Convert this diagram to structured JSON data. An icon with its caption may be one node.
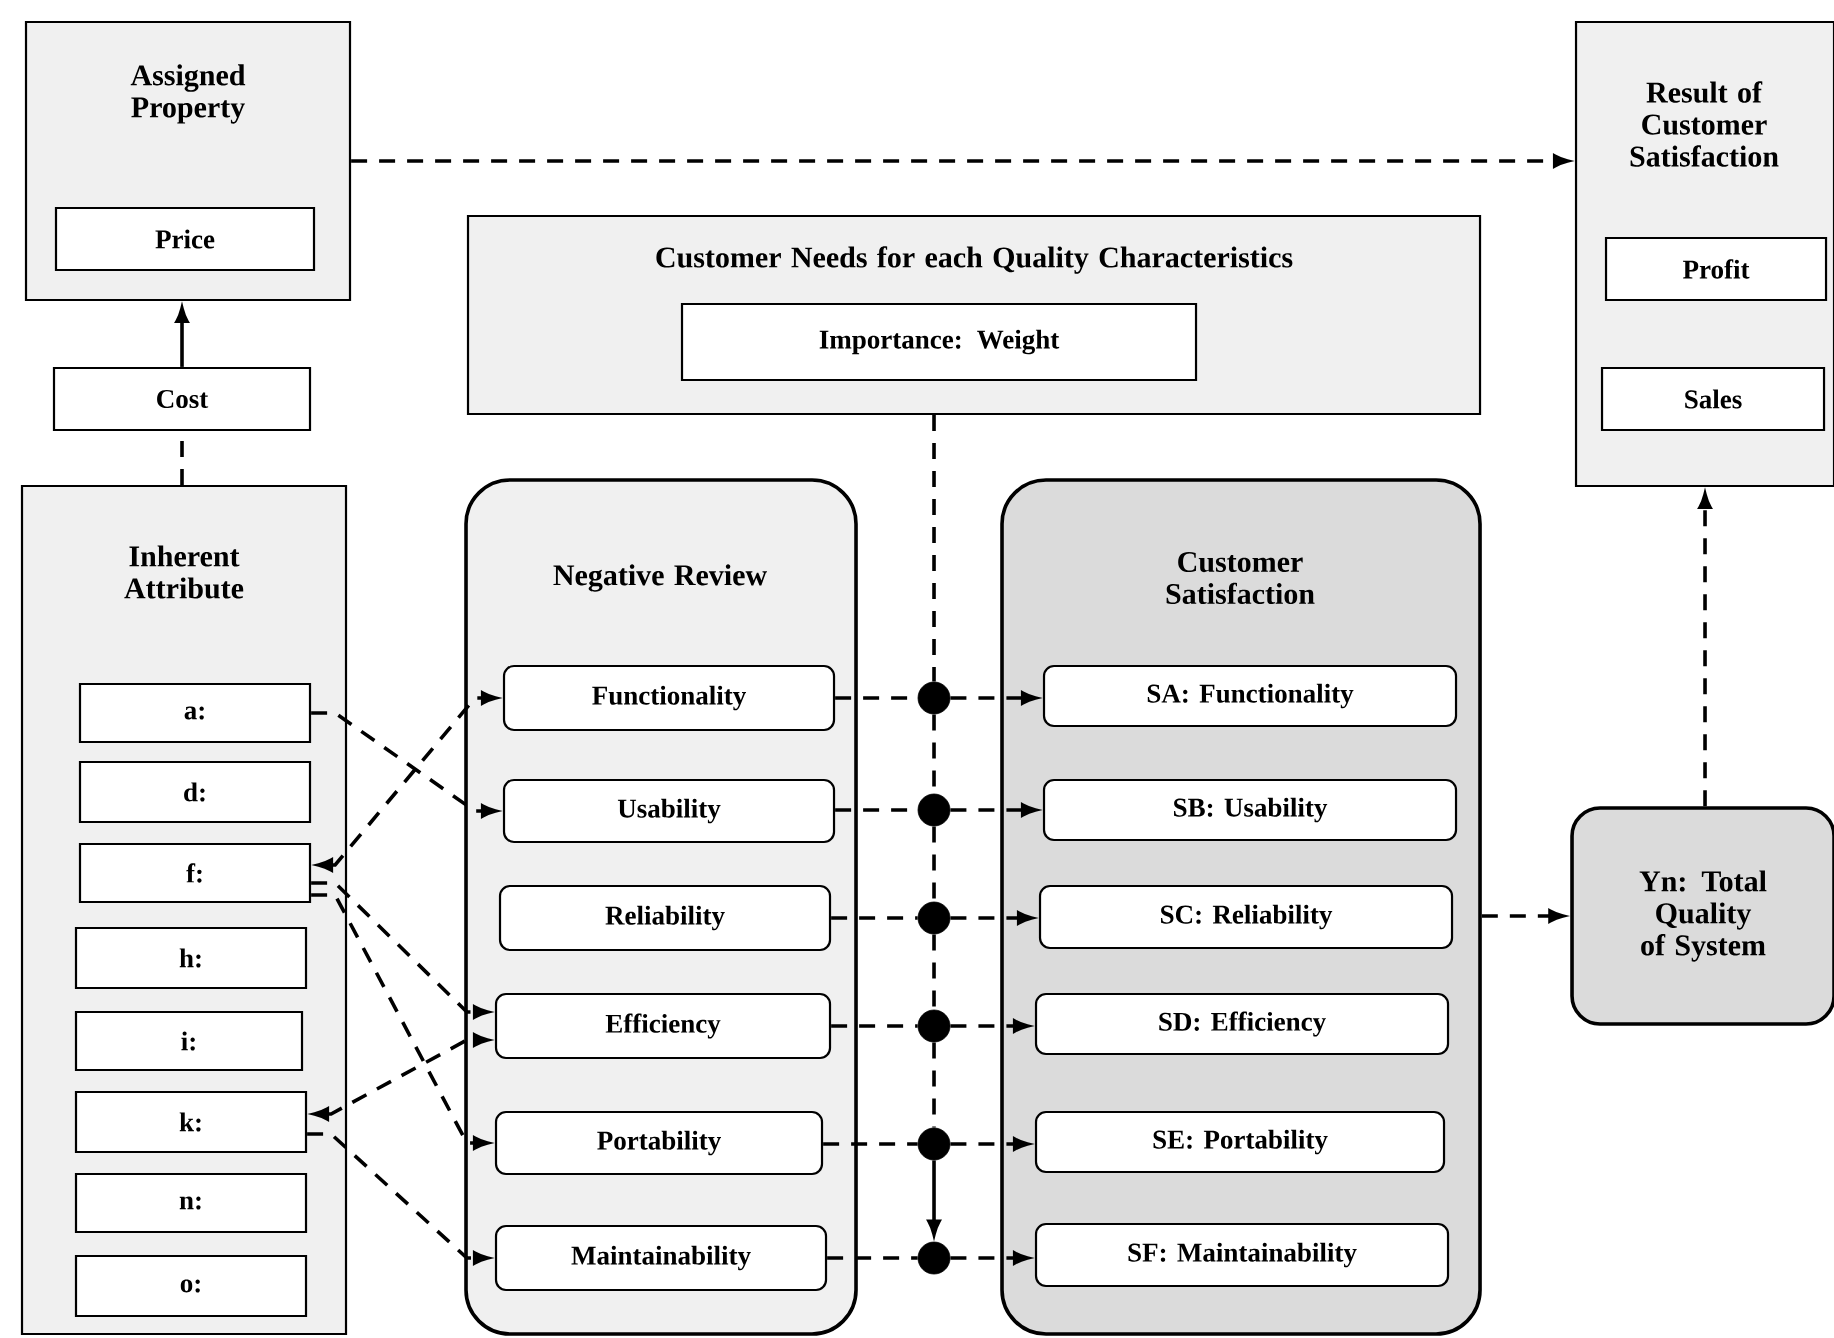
{
  "diagram": {
    "nodes": [
      {
        "text": [
          "Assigned Property"
        ]
      },
      {
        "text": [
          "Price"
        ],
        "in": 0
      },
      {
        "text": [
          "Cost"
        ]
      },
      {
        "text": [
          "Customer Needs for each Quality Characteristics"
        ]
      },
      {
        "text": [
          "Importance: Weight"
        ],
        "in": 3
      },
      {
        "text": [
          "Result of Customer Satisfaction"
        ]
      },
      {
        "text": [
          "Profit"
        ],
        "in": 5
      },
      {
        "text": [
          "Sales"
        ],
        "in": 5
      },
      {
        "text": [
          "Inherent Attribute"
        ]
      },
      {
        "text": [
          "a:"
        ],
        "in": 8
      },
      {
        "text": [
          "d:"
        ],
        "in": 8
      },
      {
        "text": [
          "f:"
        ],
        "in": 8
      },
      {
        "text": [
          "h:"
        ],
        "in": 8
      },
      {
        "text": [
          "i:"
        ],
        "in": 8
      },
      {
        "text": [
          "k:"
        ],
        "in": 8
      },
      {
        "text": [
          "n:"
        ],
        "in": 8
      },
      {
        "text": [
          "o:"
        ],
        "in": 8
      },
      {
        "text": [
          "Negative Review"
        ]
      },
      {
        "text": [
          "Functionality"
        ],
        "in": 17
      },
      {
        "text": [
          "Usability"
        ],
        "in": 17
      },
      {
        "text": [
          "Reliability"
        ],
        "in": 17
      },
      {
        "text": [
          "Efficiency"
        ],
        "in": 17
      },
      {
        "text": [
          "Portability"
        ],
        "in": 17
      },
      {
        "text": [
          "Maintainability"
        ],
        "in": 17
      },
      {
        "text": [
          "Customer Satisfaction"
        ]
      },
      {
        "text": [
          "SA: Functionality"
        ],
        "in": 24
      },
      {
        "text": [
          "SB: Usability"
        ],
        "in": 24
      },
      {
        "text": [
          "SC: Reliability"
        ],
        "in": 24
      },
      {
        "text": [
          "SD: Efficiency"
        ],
        "in": 24
      },
      {
        "text": [
          "SE: Portability"
        ],
        "in": 24
      },
      {
        "text": [
          "SF: Maintainability"
        ],
        "in": 24
      },
      {
        "text": [
          "Yn: Total Quality of System"
        ]
      },
      {
        "text": [],
        "shape": "circle"
      },
      {
        "text": [],
        "shape": "circle"
      },
      {
        "text": [],
        "shape": "circle"
      },
      {
        "text": [],
        "shape": "circle"
      },
      {
        "text": [],
        "shape": "circle"
      },
      {
        "text": [],
        "shape": "circle"
      }
    ],
    "edges": [
      {
        "from": 8,
        "to": 2,
        "arrow": "none",
        "style": "dashed"
      },
      {
        "from": 2,
        "to": 0,
        "arrow": "to"
      },
      {
        "from": 0,
        "to": 5,
        "arrow": "to",
        "style": "dashed"
      },
      {
        "from": 9,
        "to": 19,
        "arrow": "to",
        "style": "dashed"
      },
      {
        "from": 11,
        "to": 18,
        "arrow": "both",
        "style": "dashed"
      },
      {
        "from": 11,
        "to": 21,
        "arrow": "to",
        "style": "dashed"
      },
      {
        "from": 11,
        "to": 22,
        "arrow": "to",
        "style": "dashed"
      },
      {
        "from": 14,
        "to": 21,
        "arrow": "both",
        "style": "dashed"
      },
      {
        "from": 14,
        "to": 23,
        "arrow": "to",
        "style": "dashed"
      },
      {
        "from": 18,
        "to": 32,
        "arrow": "none",
        "style": "dashed"
      },
      {
        "from": 19,
        "to": 33,
        "arrow": "none",
        "style": "dashed"
      },
      {
        "from": 20,
        "to": 34,
        "arrow": "none",
        "style": "dashed"
      },
      {
        "from": 21,
        "to": 35,
        "arrow": "none",
        "style": "dashed"
      },
      {
        "from": 22,
        "to": 36,
        "arrow": "none",
        "style": "dashed"
      },
      {
        "from": 23,
        "to": 37,
        "arrow": "none",
        "style": "dashed"
      },
      {
        "from": 32,
        "to": 25,
        "arrow": "to",
        "style": "dashed"
      },
      {
        "from": 33,
        "to": 26,
        "arrow": "to",
        "style": "dashed"
      },
      {
        "from": 34,
        "to": 27,
        "arrow": "to",
        "style": "dashed"
      },
      {
        "from": 35,
        "to": 28,
        "arrow": "to",
        "style": "dashed"
      },
      {
        "from": 36,
        "to": 29,
        "arrow": "to",
        "style": "dashed"
      },
      {
        "from": 37,
        "to": 30,
        "arrow": "to",
        "style": "dashed"
      },
      {
        "from": 3,
        "to": 32,
        "arrow": "none",
        "style": "dashed"
      },
      {
        "from": 32,
        "to": 33,
        "arrow": "none",
        "style": "dashed"
      },
      {
        "from": 33,
        "to": 34,
        "arrow": "none",
        "style": "dashed"
      },
      {
        "from": 34,
        "to": 35,
        "arrow": "none",
        "style": "dashed"
      },
      {
        "from": 35,
        "to": 36,
        "arrow": "none",
        "style": "dashed"
      },
      {
        "from": 36,
        "to": 37,
        "arrow": "to"
      },
      {
        "from": 24,
        "to": 31,
        "arrow": "to",
        "style": "dashed"
      },
      {
        "from": 31,
        "to": 5,
        "arrow": "to",
        "style": "dashed"
      }
    ]
  }
}
